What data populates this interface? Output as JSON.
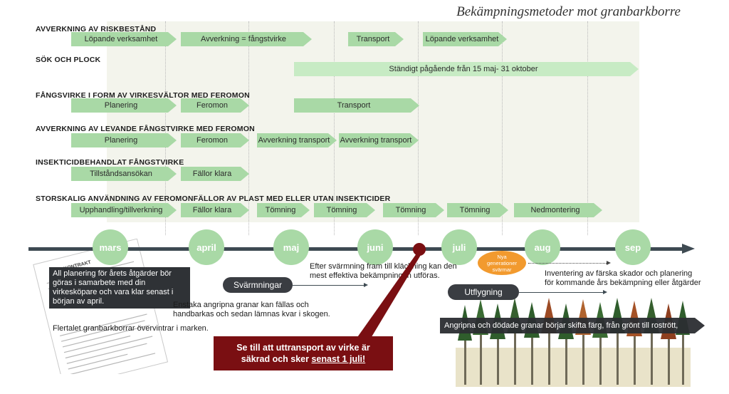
{
  "title": "Bekämpningsmetoder mot granbarkborre",
  "sections": {
    "s1": "AVVERKNING AV RISKBESTÅND",
    "s2": "SÖK OCH PLOCK",
    "s3": "FÅNGSVIRKE I FORM AV VIRKESVÄLTOR MED FEROMON",
    "s4": "AVVERKNING AV LEVANDE FÅNGSTVIRKE MED FEROMON",
    "s5": "INSEKTICIDBEHANDLAT FÅNGSTVIRKE",
    "s6": "STORSKALIG ANVÄNDNING AV FEROMONFÄLLOR AV PLAST MED ELLER UTAN INSEKTICIDER"
  },
  "bars": {
    "r1": [
      "Löpande verksamhet",
      "Avverkning = fångstvirke",
      "Transport",
      "Löpande verksamhet"
    ],
    "r2": [
      "Ständigt pågående från 15 maj- 31 oktober"
    ],
    "r3": [
      "Planering",
      "Feromon",
      "Transport"
    ],
    "r4": [
      "Planering",
      "Feromon",
      "Avverkning transport",
      "Avverkning transport"
    ],
    "r5": [
      "Tillståndsansökan",
      "Fällor klara"
    ],
    "r6": [
      "Upphandling/tillverkning",
      "Fällor klara",
      "Tömning",
      "Tömning",
      "Tömning",
      "Tömning",
      "Nedmontering"
    ]
  },
  "months": [
    "mars",
    "april",
    "maj",
    "juni",
    "juli",
    "aug",
    "sep"
  ],
  "notes": {
    "planning": "All planering för årets åtgärder bör göras i samarbete med din virkesköpare och vara klar senast i början av april.",
    "winter": "Flertalet granbarkborrar övervintrar i marken.",
    "swarming": "Svärmningar",
    "standing": "Enstaka angripna granar kan fällas och handbarkas och sedan lämnas kvar i skogen.",
    "after": "Efter svärmning fram till kläckning kan den mest effektiva bekämpningen utföras.",
    "nya_1": "Nya",
    "nya_2": "generationer",
    "nya_3": "svärmar",
    "inventory": "Inventering av färska skador och planering för kommande års bekämpning eller åtgärder",
    "utflygning": "Utflygning",
    "damaged": "Angripna och dödade granar börjar skifta färg, från grönt till rostrött, rödbrunt.",
    "red_1": "Se till att uttransport av virke är",
    "red_2a": "säkrad och sker ",
    "red_2b": "senast 1 juli!"
  },
  "paper": {
    "heading": "KONTRAKT"
  },
  "colors": {
    "bar": "#a9d9a6",
    "timeline": "#3e4a52",
    "deadline": "#7a0f12",
    "swarm": "#f29a2e"
  }
}
